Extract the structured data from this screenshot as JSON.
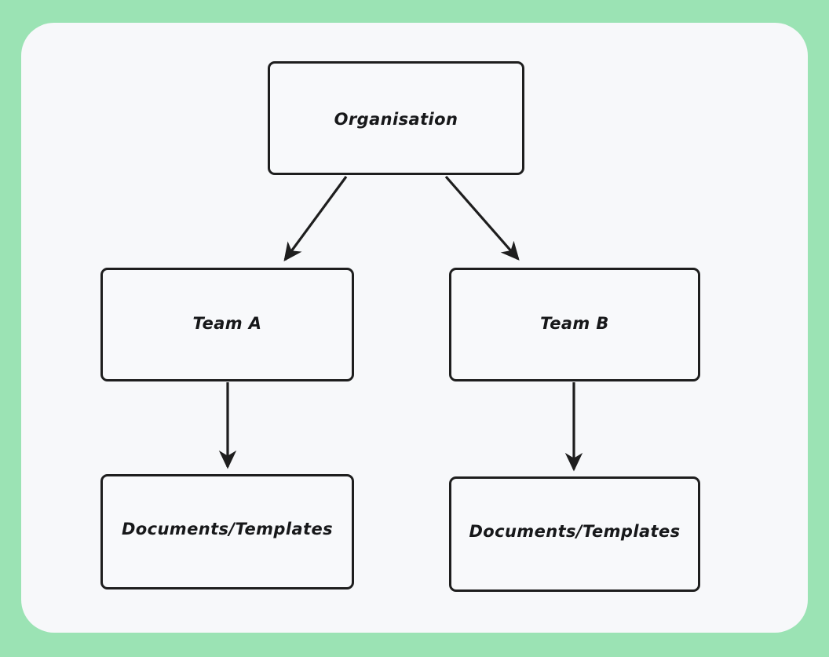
{
  "page": {
    "title": "Organisation Hierarchy Diagram",
    "background_color": "#9be3b4",
    "card_color": "#f7f8fa",
    "stroke_color": "#1e1e1e",
    "text_color": "#17181a"
  },
  "chart_data": {
    "type": "diagram",
    "subtype": "org-chart-tree",
    "title": "",
    "orientation": "top-down",
    "nodes": [
      {
        "id": "organisation",
        "label": "Organisation",
        "level": 0,
        "column": "center"
      },
      {
        "id": "team-a",
        "label": "Team A",
        "level": 1,
        "column": "left"
      },
      {
        "id": "team-b",
        "label": "Team B",
        "level": 1,
        "column": "right"
      },
      {
        "id": "docs-a",
        "label": "Documents/Templates",
        "level": 2,
        "column": "left"
      },
      {
        "id": "docs-b",
        "label": "Documents/Templates",
        "level": 2,
        "column": "right"
      }
    ],
    "edges": [
      {
        "from": "organisation",
        "to": "team-a",
        "style": "diagonal",
        "arrowhead": "filled"
      },
      {
        "from": "organisation",
        "to": "team-b",
        "style": "diagonal",
        "arrowhead": "filled"
      },
      {
        "from": "team-a",
        "to": "docs-a",
        "style": "vertical",
        "arrowhead": "filled"
      },
      {
        "from": "team-b",
        "to": "docs-b",
        "style": "vertical",
        "arrowhead": "filled"
      }
    ]
  },
  "diagram": {
    "organisation": {
      "label": "Organisation"
    },
    "team_a": {
      "label": "Team A"
    },
    "team_b": {
      "label": "Team B"
    },
    "documents_a": {
      "label": "Documents/Templates"
    },
    "documents_b": {
      "label": "Documents/Templates"
    }
  }
}
